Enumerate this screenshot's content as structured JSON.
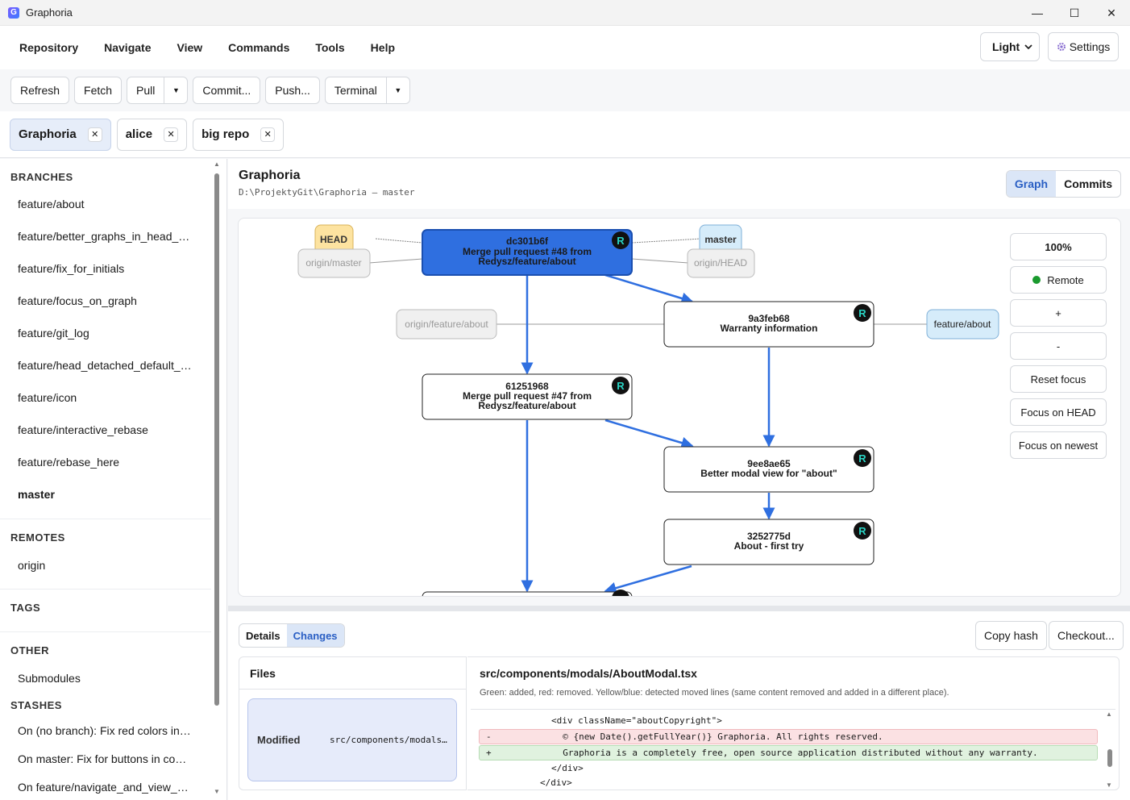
{
  "window": {
    "title": "Graphoria",
    "app_icon": "G",
    "minimize": "—",
    "maximize": "☐",
    "close": "✕"
  },
  "menu": {
    "items": [
      "Repository",
      "Navigate",
      "View",
      "Commands",
      "Tools",
      "Help"
    ],
    "theme": "Light",
    "settings": "Settings"
  },
  "toolbar": {
    "refresh": "Refresh",
    "fetch": "Fetch",
    "pull": "Pull",
    "commit": "Commit...",
    "push": "Push...",
    "terminal": "Terminal"
  },
  "repo_tabs": [
    {
      "name": "Graphoria",
      "active": true
    },
    {
      "name": "alice",
      "active": false
    },
    {
      "name": "big repo",
      "active": false
    }
  ],
  "sidebar": {
    "branches_title": "BRANCHES",
    "branches": [
      "feature/about",
      "feature/better_graphs_in_head_det...",
      "feature/fix_for_initials",
      "feature/focus_on_graph",
      "feature/git_log",
      "feature/head_detached_default_br...",
      "feature/icon",
      "feature/interactive_rebase",
      "feature/rebase_here",
      "master"
    ],
    "current_branch": "master",
    "remotes_title": "REMOTES",
    "remotes": [
      "origin"
    ],
    "tags_title": "TAGS",
    "other_title": "OTHER",
    "other": [
      "Submodules"
    ],
    "stashes_title": "STASHES",
    "stashes": [
      "On (no branch): Fix red colors in co...",
      "On master: Fix for buttons in com...",
      "On feature/navigate_and_view_me..."
    ]
  },
  "header": {
    "title": "Graphoria",
    "path": "D:\\ProjektyGit\\Graphoria — master",
    "view_graph": "Graph",
    "view_commits": "Commits"
  },
  "graph": {
    "controls": {
      "zoom": "100%",
      "remote": "Remote",
      "zoom_in": "+",
      "zoom_out": "-",
      "reset_focus": "Reset focus",
      "focus_head": "Focus on HEAD",
      "focus_newest": "Focus on newest"
    },
    "colors": {
      "edge": "#2f6fe0",
      "selected": "#2f6fe0",
      "head_bg": "#fde3a0",
      "local_bg": "#d6ecfa",
      "remote_bg": "#f0f0f0"
    },
    "commits": [
      {
        "hash": "dc301b6f",
        "message": "Merge pull request #48 from",
        "message2": "Redysz/feature/about",
        "selected": true
      },
      {
        "hash": "9a3feb68",
        "message": "Warranty information",
        "message2": ""
      },
      {
        "hash": "61251968",
        "message": "Merge pull request #47 from",
        "message2": "Redysz/feature/about"
      },
      {
        "hash": "9ee8ae65",
        "message": "Better modal view for \"about\"",
        "message2": ""
      },
      {
        "hash": "3252775d",
        "message": "About - first try",
        "message2": ""
      }
    ],
    "refs": {
      "head": "HEAD",
      "origin_master": "origin/master",
      "master": "master",
      "origin_head": "origin/HEAD",
      "origin_feature_about": "origin/feature/about",
      "feature_about": "feature/about"
    },
    "avatar_letter": "R"
  },
  "details": {
    "tab_details": "Details",
    "tab_changes": "Changes",
    "copy_hash": "Copy hash",
    "checkout": "Checkout...",
    "files_title": "Files",
    "file_status": "Modified",
    "file_path": "src/components/modals/AboutModal.tsx",
    "diff_file": "src/components/modals/AboutModal.tsx",
    "diff_legend": "Green: added, red: removed. Yellow/blue: detected moved lines (same content removed and added in a different place).",
    "diff_lines": [
      {
        "type": "ctx",
        "mark": "",
        "text": "<div className=\"aboutCopyright\">"
      },
      {
        "type": "rem",
        "mark": "-",
        "text": "  © {new Date().getFullYear()} Graphoria. All rights reserved."
      },
      {
        "type": "add",
        "mark": "+",
        "text": "  Graphoria is a completely free, open source application distributed without any warranty."
      },
      {
        "type": "ctx",
        "mark": "",
        "text": "</div>"
      },
      {
        "type": "ctx",
        "mark": "",
        "text": "</div>"
      }
    ]
  }
}
